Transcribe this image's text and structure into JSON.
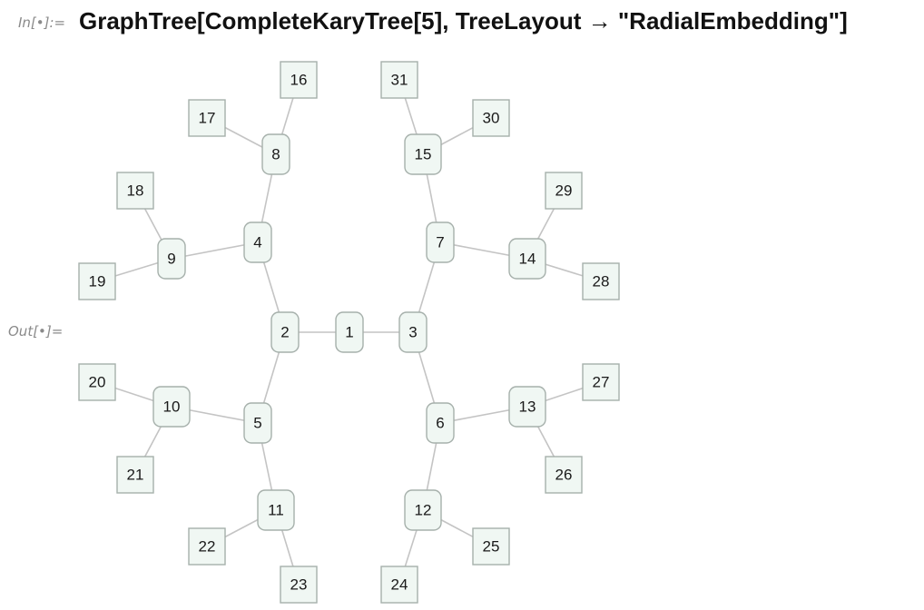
{
  "notebook": {
    "in_label": "In[•]:=",
    "out_label": "Out[•]=",
    "input_code": "GraphTree[CompleteKaryTree[5], TreeLayout → \"RadialEmbedding\"]"
  },
  "colors": {
    "node_fill": "#f0f7f3",
    "node_stroke": "#a6b0ab",
    "edge": "#c4c4c4",
    "label_gray": "#8a8a8a"
  },
  "tree": {
    "nodes": [
      {
        "label": "1",
        "kind": "inner"
      },
      {
        "label": "2",
        "kind": "inner"
      },
      {
        "label": "3",
        "kind": "inner"
      },
      {
        "label": "4",
        "kind": "inner"
      },
      {
        "label": "5",
        "kind": "inner"
      },
      {
        "label": "6",
        "kind": "inner"
      },
      {
        "label": "7",
        "kind": "inner"
      },
      {
        "label": "8",
        "kind": "inner"
      },
      {
        "label": "9",
        "kind": "inner"
      },
      {
        "label": "10",
        "kind": "inner"
      },
      {
        "label": "11",
        "kind": "inner"
      },
      {
        "label": "12",
        "kind": "inner"
      },
      {
        "label": "13",
        "kind": "inner"
      },
      {
        "label": "14",
        "kind": "inner"
      },
      {
        "label": "15",
        "kind": "inner"
      },
      {
        "label": "16",
        "kind": "leaf"
      },
      {
        "label": "17",
        "kind": "leaf"
      },
      {
        "label": "18",
        "kind": "leaf"
      },
      {
        "label": "19",
        "kind": "leaf"
      },
      {
        "label": "20",
        "kind": "leaf"
      },
      {
        "label": "21",
        "kind": "leaf"
      },
      {
        "label": "22",
        "kind": "leaf"
      },
      {
        "label": "23",
        "kind": "leaf"
      },
      {
        "label": "24",
        "kind": "leaf"
      },
      {
        "label": "25",
        "kind": "leaf"
      },
      {
        "label": "26",
        "kind": "leaf"
      },
      {
        "label": "27",
        "kind": "leaf"
      },
      {
        "label": "28",
        "kind": "leaf"
      },
      {
        "label": "29",
        "kind": "leaf"
      },
      {
        "label": "30",
        "kind": "leaf"
      },
      {
        "label": "31",
        "kind": "leaf"
      }
    ],
    "edges": [
      [
        "1",
        "2"
      ],
      [
        "1",
        "3"
      ],
      [
        "2",
        "4"
      ],
      [
        "2",
        "5"
      ],
      [
        "3",
        "6"
      ],
      [
        "3",
        "7"
      ],
      [
        "4",
        "8"
      ],
      [
        "4",
        "9"
      ],
      [
        "5",
        "10"
      ],
      [
        "5",
        "11"
      ],
      [
        "6",
        "12"
      ],
      [
        "6",
        "13"
      ],
      [
        "7",
        "14"
      ],
      [
        "7",
        "15"
      ],
      [
        "8",
        "16"
      ],
      [
        "8",
        "17"
      ],
      [
        "9",
        "18"
      ],
      [
        "9",
        "19"
      ],
      [
        "10",
        "20"
      ],
      [
        "10",
        "21"
      ],
      [
        "11",
        "22"
      ],
      [
        "11",
        "23"
      ],
      [
        "12",
        "24"
      ],
      [
        "12",
        "25"
      ],
      [
        "13",
        "26"
      ],
      [
        "13",
        "27"
      ],
      [
        "14",
        "28"
      ],
      [
        "14",
        "29"
      ],
      [
        "15",
        "30"
      ],
      [
        "15",
        "31"
      ]
    ]
  }
}
